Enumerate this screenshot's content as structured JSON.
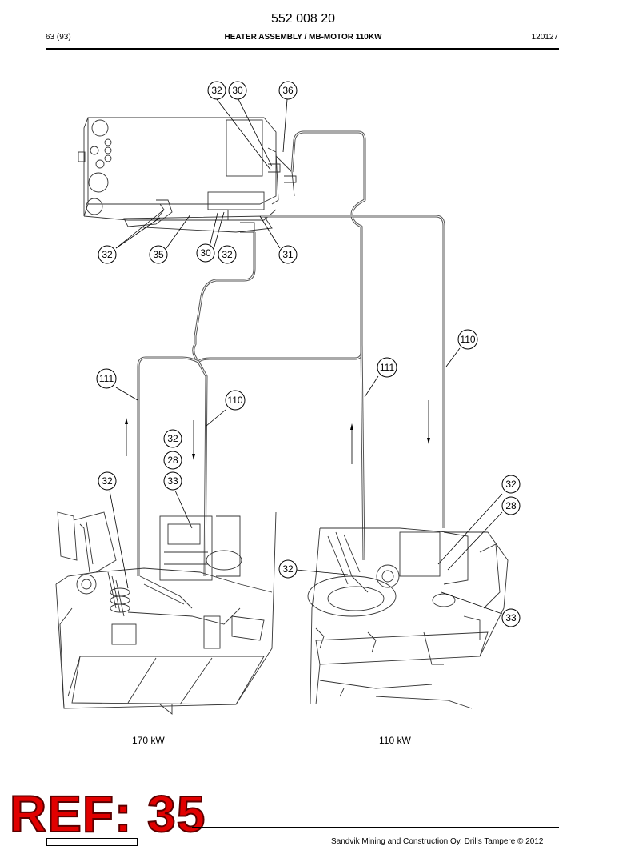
{
  "header": {
    "doc_number": "552 008 20",
    "page": "63 (93)",
    "title": "HEATER ASSEMBLY / MB-MOTOR 110KW",
    "date_code": "120127"
  },
  "callouts": {
    "top_32": "32",
    "top_30": "30",
    "top_36": "36",
    "mid_32a": "32",
    "mid_35": "35",
    "mid_30": "30",
    "mid_32b": "32",
    "mid_31": "31",
    "r_110_top": "110",
    "l_111": "111",
    "c_111": "111",
    "c_110": "110",
    "l_32a": "32",
    "l_28": "28",
    "l_33": "33",
    "l_32b": "32",
    "r_32a": "32",
    "r_28": "28",
    "r_32b": "32",
    "r_33": "33"
  },
  "labels": {
    "left_variant": "170 kW",
    "right_variant": "110 kW"
  },
  "stamp": "REF: 35",
  "footer": {
    "copyright": "Sandvik Mining and Construction Oy, Drills Tampere © 2012"
  }
}
